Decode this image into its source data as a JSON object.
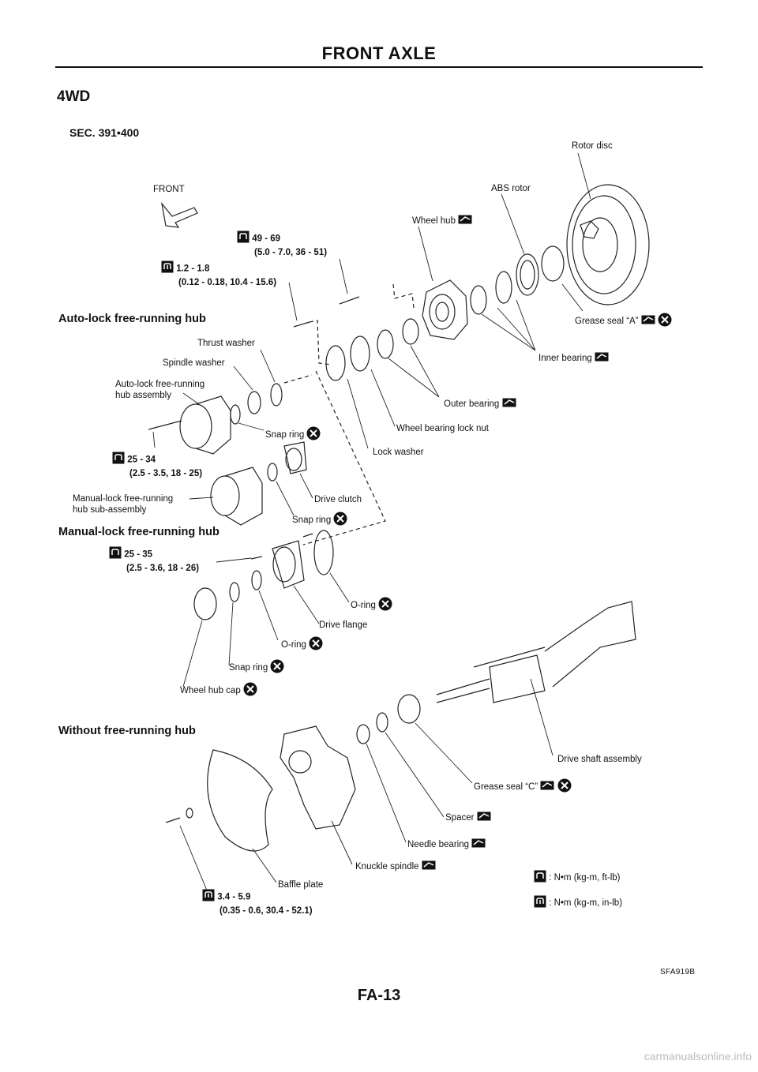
{
  "header": {
    "title": "FRONT AXLE"
  },
  "section_title": "4WD",
  "sec_ref": "SEC. 391•400",
  "front_label": "FRONT",
  "labels": {
    "rotor_disc": "Rotor disc",
    "abs_rotor": "ABS rotor",
    "wheel_hub": "Wheel hub",
    "grease_seal_a": "Grease seal “A”",
    "inner_bearing": "Inner bearing",
    "outer_bearing": "Outer bearing",
    "wheel_bearing_lock_nut": "Wheel bearing lock nut",
    "lock_washer": "Lock washer",
    "thrust_washer": "Thrust washer",
    "spindle_washer": "Spindle washer",
    "auto_lock_assembly_1": "Auto-lock free-running",
    "auto_lock_assembly_2": "hub assembly",
    "snap_ring_1": "Snap ring",
    "drive_clutch": "Drive clutch",
    "snap_ring_2": "Snap ring",
    "manual_lock_sub_1": "Manual-lock free-running",
    "manual_lock_sub_2": "hub sub-assembly",
    "o_ring_1": "O-ring",
    "drive_flange": "Drive flange",
    "o_ring_2": "O-ring",
    "snap_ring_3": "Snap ring",
    "wheel_hub_cap": "Wheel hub cap",
    "drive_shaft_assembly": "Drive shaft assembly",
    "grease_seal_c": "Grease seal “C”",
    "spacer": "Spacer",
    "needle_bearing": "Needle bearing",
    "knuckle_spindle": "Knuckle spindle",
    "baffle_plate": "Baffle plate"
  },
  "groups": {
    "auto_lock": "Auto-lock free-running hub",
    "manual_lock": "Manual-lock free-running hub",
    "without": "Without free-running hub"
  },
  "torques": {
    "t1_a": "49 - 69",
    "t1_b": "(5.0 - 7.0, 36 - 51)",
    "t2_a": "1.2 - 1.8",
    "t2_b": "(0.12 - 0.18, 10.4 - 15.6)",
    "t3_a": "25 - 34",
    "t3_b": "(2.5 - 3.5, 18 - 25)",
    "t4_a": "25 - 35",
    "t4_b": "(2.5 - 3.6, 18 - 26)",
    "t5_a": "3.4 - 5.9",
    "t5_b": "(0.35 - 0.6, 30.4 - 52.1)"
  },
  "legend": {
    "nm_ftlb": ": N•m (kg-m, ft-lb)",
    "nm_inlb": ": N•m (kg-m, in-lb)"
  },
  "figure_code": "SFA919B",
  "page_number": "FA-13",
  "watermark": "carmanualsonline.info"
}
